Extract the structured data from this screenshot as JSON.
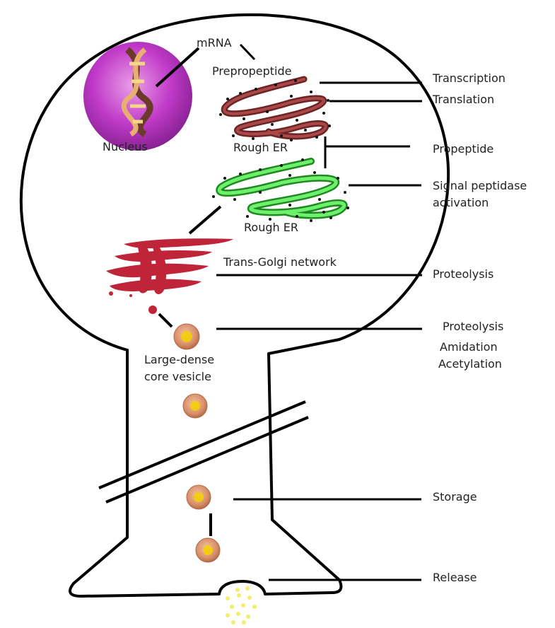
{
  "colors": {
    "outline": "#000000",
    "nucleus": "#c03ac8",
    "rough_er_1": "#7a2a2a",
    "rough_er_2": "#3fcf3f",
    "golgi": "#c02438",
    "vesicle": "#d8906a",
    "granules": "#f5d000",
    "release": "#f2ef6a"
  },
  "structures": {
    "nucleus": "Nucleus",
    "mrna": "mRNA",
    "prepropeptide": "Prepropeptide",
    "rough_er_upper": "Rough ER",
    "rough_er_lower": "Rough ER",
    "trans_golgi": "Trans-Golgi network",
    "vesicle_line1": "Large-dense",
    "vesicle_line2": "core vesicle"
  },
  "processes": {
    "transcription": "Transcription",
    "translation": "Translation",
    "propeptide": "Propeptide",
    "signal_line1": "Signal peptidase",
    "signal_line2": "activation",
    "proteolysis_1": "Proteolysis",
    "proteolysis_2": "Proteolysis",
    "amidation": "Amidation",
    "acetylation": "Acetylation",
    "storage": "Storage",
    "release": "Release"
  },
  "icons": [
    "nucleus-icon",
    "dna-icon",
    "rough-er-icon",
    "golgi-icon",
    "vesicle-icon"
  ]
}
